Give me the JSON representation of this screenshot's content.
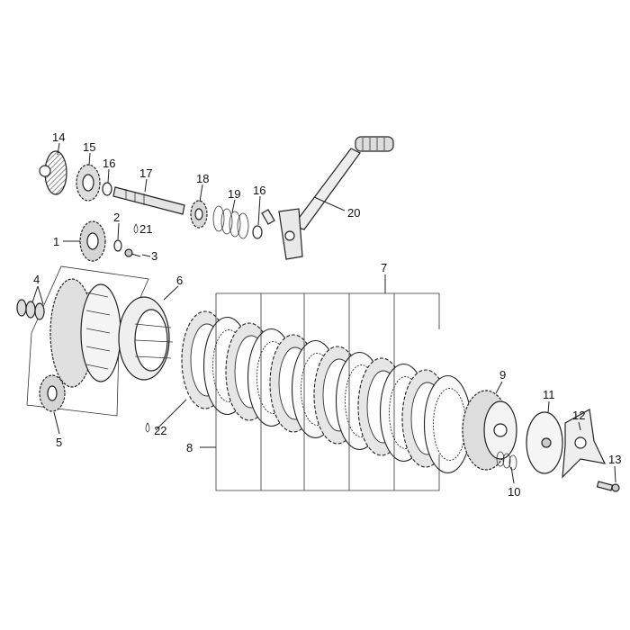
{
  "diagram": {
    "callouts": [
      {
        "id": "1",
        "text": "1"
      },
      {
        "id": "2",
        "text": "2"
      },
      {
        "id": "3",
        "text": "3"
      },
      {
        "id": "4",
        "text": "4"
      },
      {
        "id": "5",
        "text": "5"
      },
      {
        "id": "6",
        "text": "6"
      },
      {
        "id": "7",
        "text": "7"
      },
      {
        "id": "8",
        "text": "8"
      },
      {
        "id": "9",
        "text": "9"
      },
      {
        "id": "10",
        "text": "10"
      },
      {
        "id": "11",
        "text": "11"
      },
      {
        "id": "12",
        "text": "12"
      },
      {
        "id": "13",
        "text": "13"
      },
      {
        "id": "14",
        "text": "14"
      },
      {
        "id": "15",
        "text": "15"
      },
      {
        "id": "16a",
        "text": "16"
      },
      {
        "id": "16b",
        "text": "16"
      },
      {
        "id": "17",
        "text": "17"
      },
      {
        "id": "18",
        "text": "18"
      },
      {
        "id": "19",
        "text": "19"
      },
      {
        "id": "20",
        "text": "20"
      },
      {
        "id": "21",
        "text": "21"
      },
      {
        "id": "22",
        "text": "22"
      }
    ]
  }
}
